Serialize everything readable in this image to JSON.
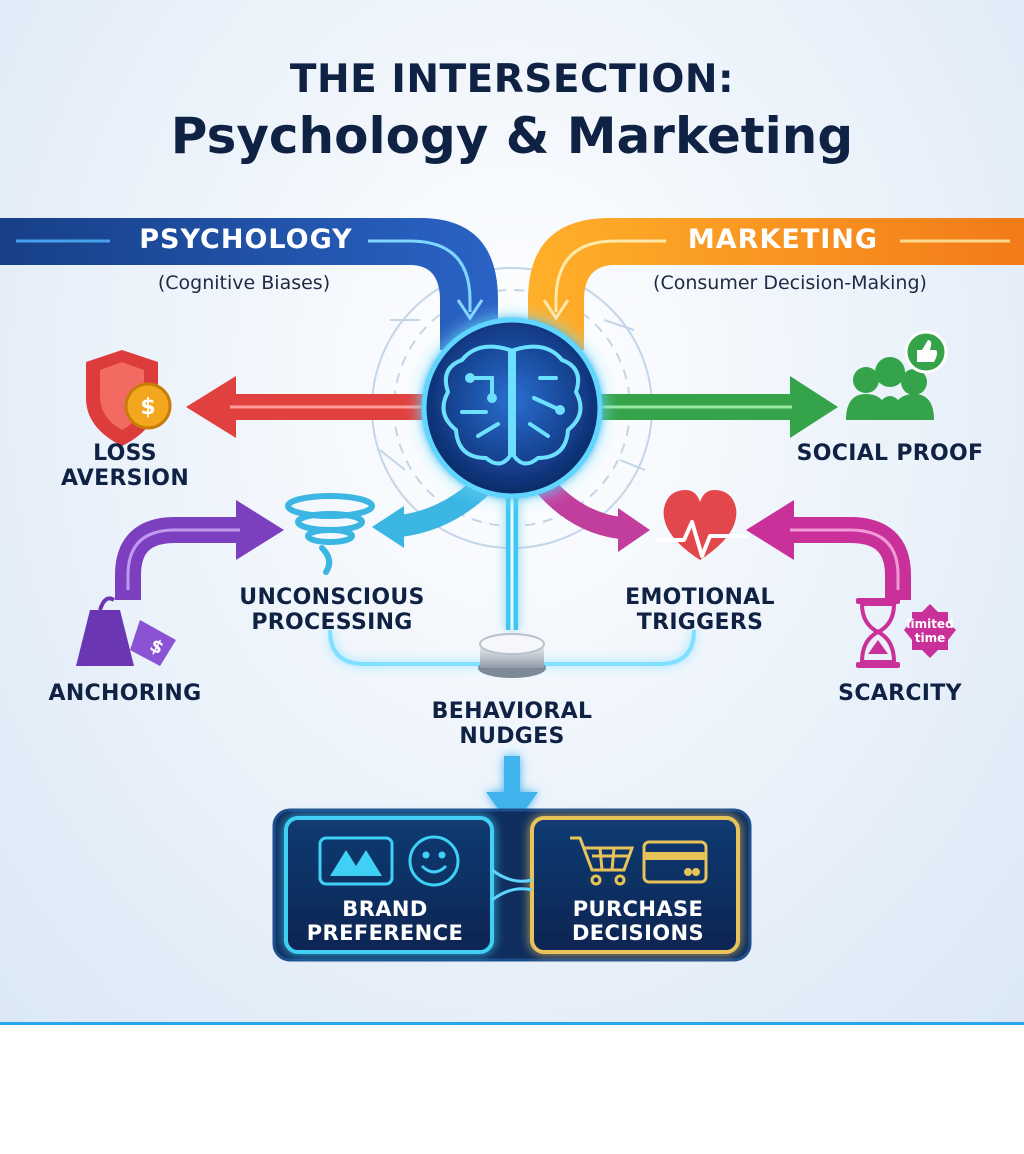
{
  "title": {
    "line1": "THE INTERSECTION:",
    "line2": "Psychology & Marketing"
  },
  "branches": {
    "psychology": {
      "label": "PSYCHOLOGY",
      "sublabel": "(Cognitive Biases)",
      "color": "#1d4f9e"
    },
    "marketing": {
      "label": "MARKETING",
      "sublabel": "(Consumer Decision-Making)",
      "color": "#f38a1c"
    }
  },
  "concepts": {
    "loss_aversion": {
      "label": "LOSS\nAVERSION",
      "color": "#e0413f",
      "icon": "shield-dollar-icon"
    },
    "social_proof": {
      "label": "SOCIAL PROOF",
      "color": "#35a34a",
      "icon": "people-thumbs-up-icon"
    },
    "unconscious_processing": {
      "label": "UNCONSCIOUS\nPROCESSING",
      "color": "#3bb6e3",
      "icon": "swirl-icon"
    },
    "emotional_triggers": {
      "label": "EMOTIONAL\nTRIGGERS",
      "color": "#e2474b",
      "icon": "heart-pulse-icon"
    },
    "anchoring": {
      "label": "ANCHORING",
      "color": "#7b3fc0",
      "icon": "price-tag-icon"
    },
    "scarcity": {
      "label": "SCARCITY",
      "color": "#c9309a",
      "icon": "hourglass-icon",
      "badge": "limited\ntime"
    },
    "behavioral_nudges": {
      "label": "BEHAVIORAL\nNUDGES",
      "icon": "push-button-icon"
    }
  },
  "outcomes": {
    "brand_preference": {
      "label": "BRAND\nPREFERENCE",
      "accent": "#3fd0f5",
      "icons": [
        "brand-logo-icon",
        "smiley-icon"
      ]
    },
    "purchase_decisions": {
      "label": "PURCHASE\nDECISIONS",
      "accent": "#e8c35a",
      "icons": [
        "shopping-cart-icon",
        "credit-card-icon"
      ]
    }
  },
  "center": {
    "icon": "brain-circuit-icon",
    "accent": "#2ec7f2"
  },
  "accent_rule": "#2aa4ec"
}
